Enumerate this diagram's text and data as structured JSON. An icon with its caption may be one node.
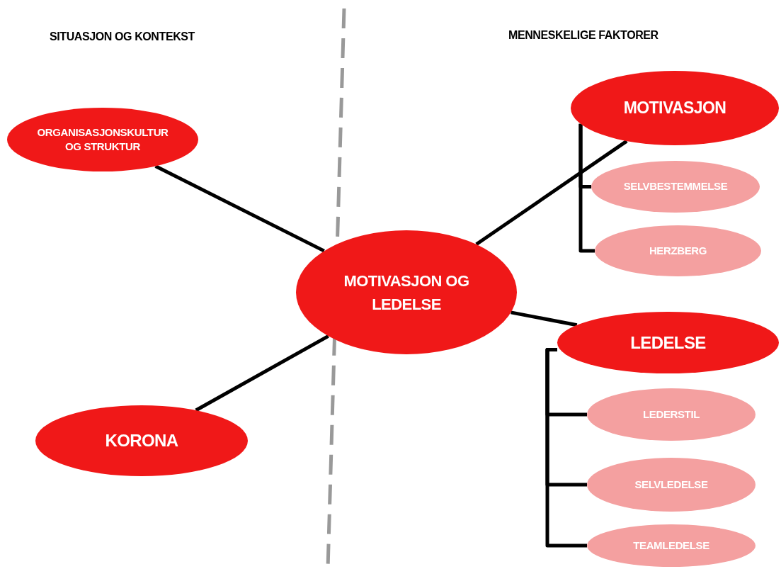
{
  "diagram": {
    "nodes": [
      {
        "text": [
          "ORGANISASJONSKULTUR OG STRUKTUR"
        ]
      },
      {
        "text": [
          "KORONA"
        ]
      },
      {
        "text": [
          "MOTIVASJON OG LEDELSE"
        ]
      },
      {
        "text": [
          "MOTIVASJON"
        ]
      },
      {
        "text": [
          "SELVBESTEMMELSE"
        ]
      },
      {
        "text": [
          "HERZBERG"
        ]
      },
      {
        "text": [
          "LEDELSE"
        ]
      },
      {
        "text": [
          "LEDERSTIL"
        ]
      },
      {
        "text": [
          "SELVLEDELSE"
        ]
      },
      {
        "text": [
          "TEAMLEDELSE"
        ]
      }
    ],
    "edges": [
      {
        "from": 0,
        "to": 2,
        "arrow": "none"
      },
      {
        "from": 1,
        "to": 2,
        "arrow": "none"
      },
      {
        "from": 2,
        "to": 3,
        "arrow": "none"
      },
      {
        "from": 2,
        "to": 6,
        "arrow": "none"
      },
      {
        "from": 3,
        "to": 4,
        "arrow": "none"
      },
      {
        "from": 3,
        "to": 5,
        "arrow": "none"
      },
      {
        "from": 6,
        "to": 7,
        "arrow": "none"
      },
      {
        "from": 6,
        "to": 8,
        "arrow": "none"
      },
      {
        "from": 6,
        "to": 9,
        "arrow": "none"
      }
    ],
    "labels": [
      "SITUASJON OG KONTEKST",
      "MENNESKELIGE FAKTORER"
    ]
  }
}
